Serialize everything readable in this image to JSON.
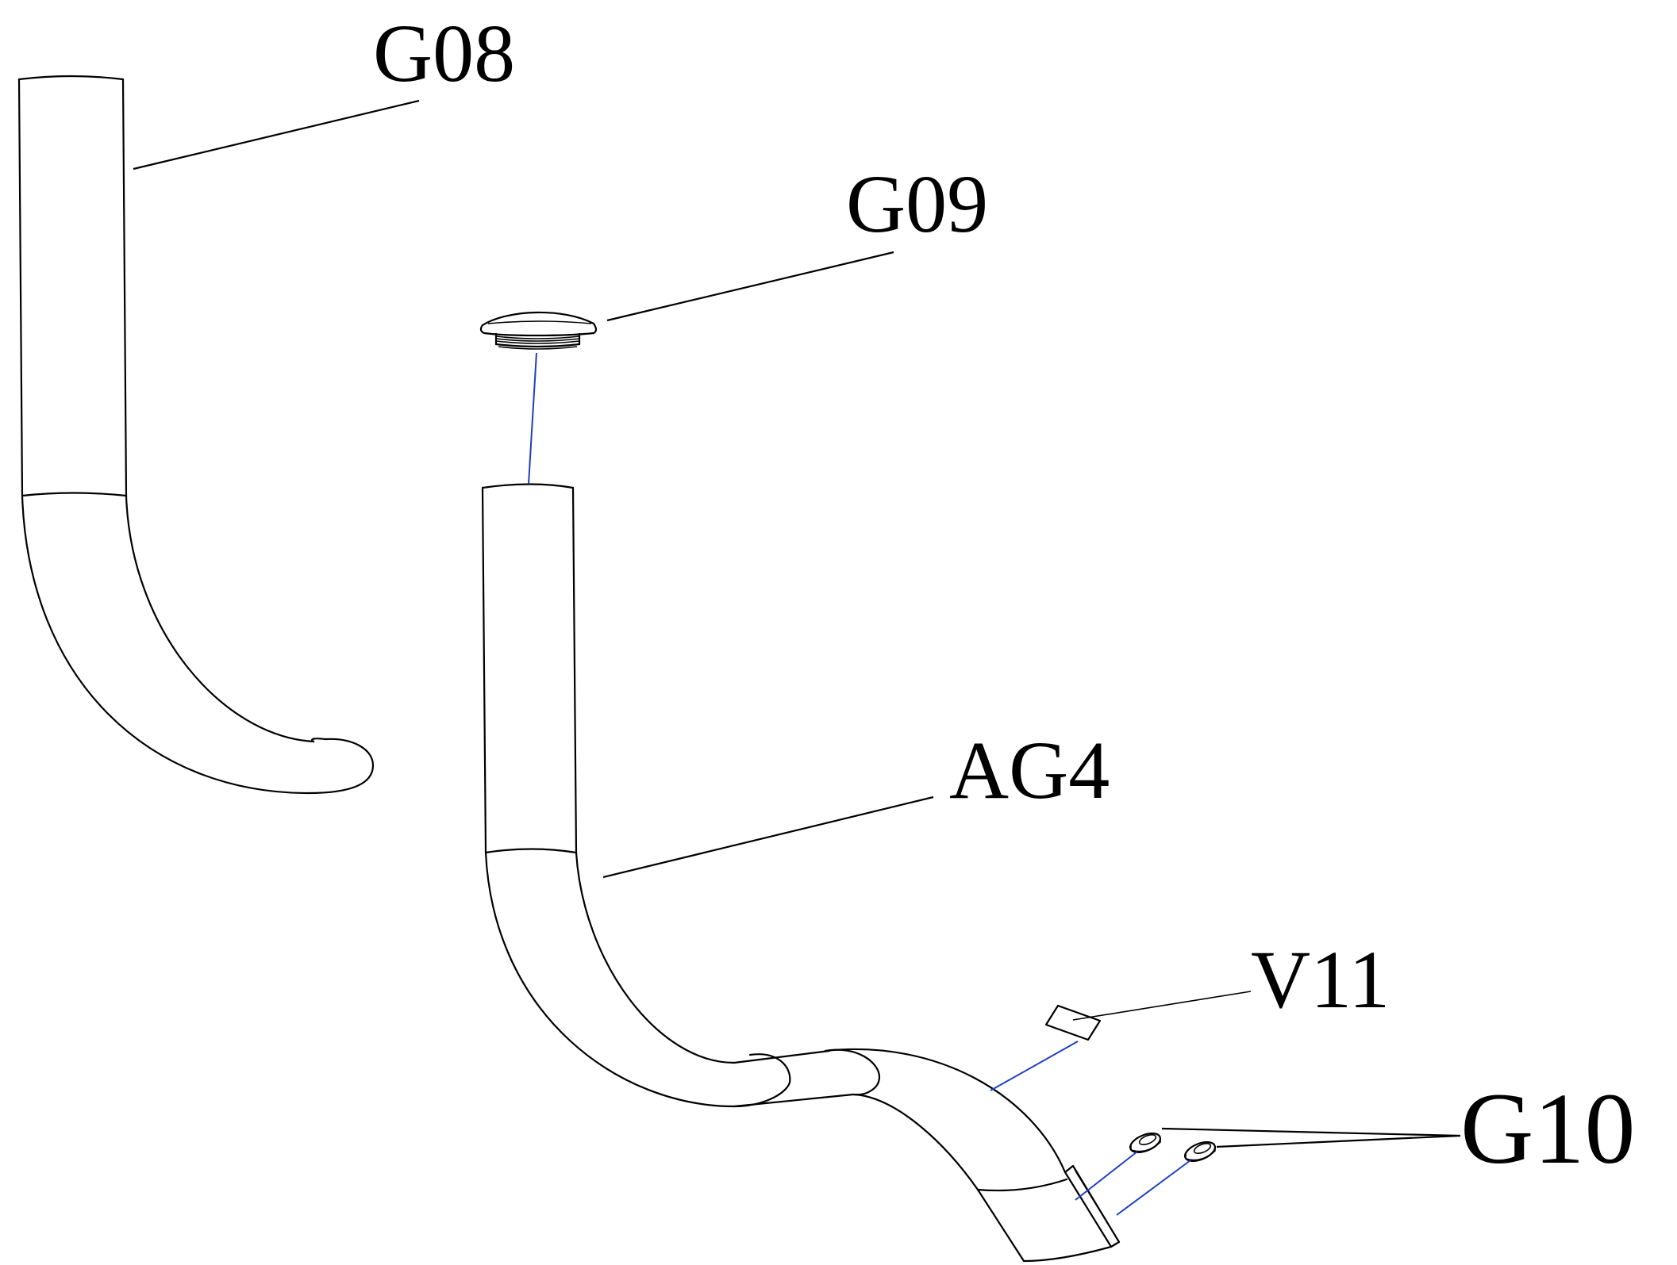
{
  "diagram": {
    "callouts": {
      "g08": "G08",
      "g09": "G09",
      "ag4": "AG4",
      "v11": "V11",
      "g10": "G10"
    },
    "colors": {
      "line": "#000000",
      "assembly_line": "#1f3fc4",
      "background": "#ffffff"
    }
  }
}
